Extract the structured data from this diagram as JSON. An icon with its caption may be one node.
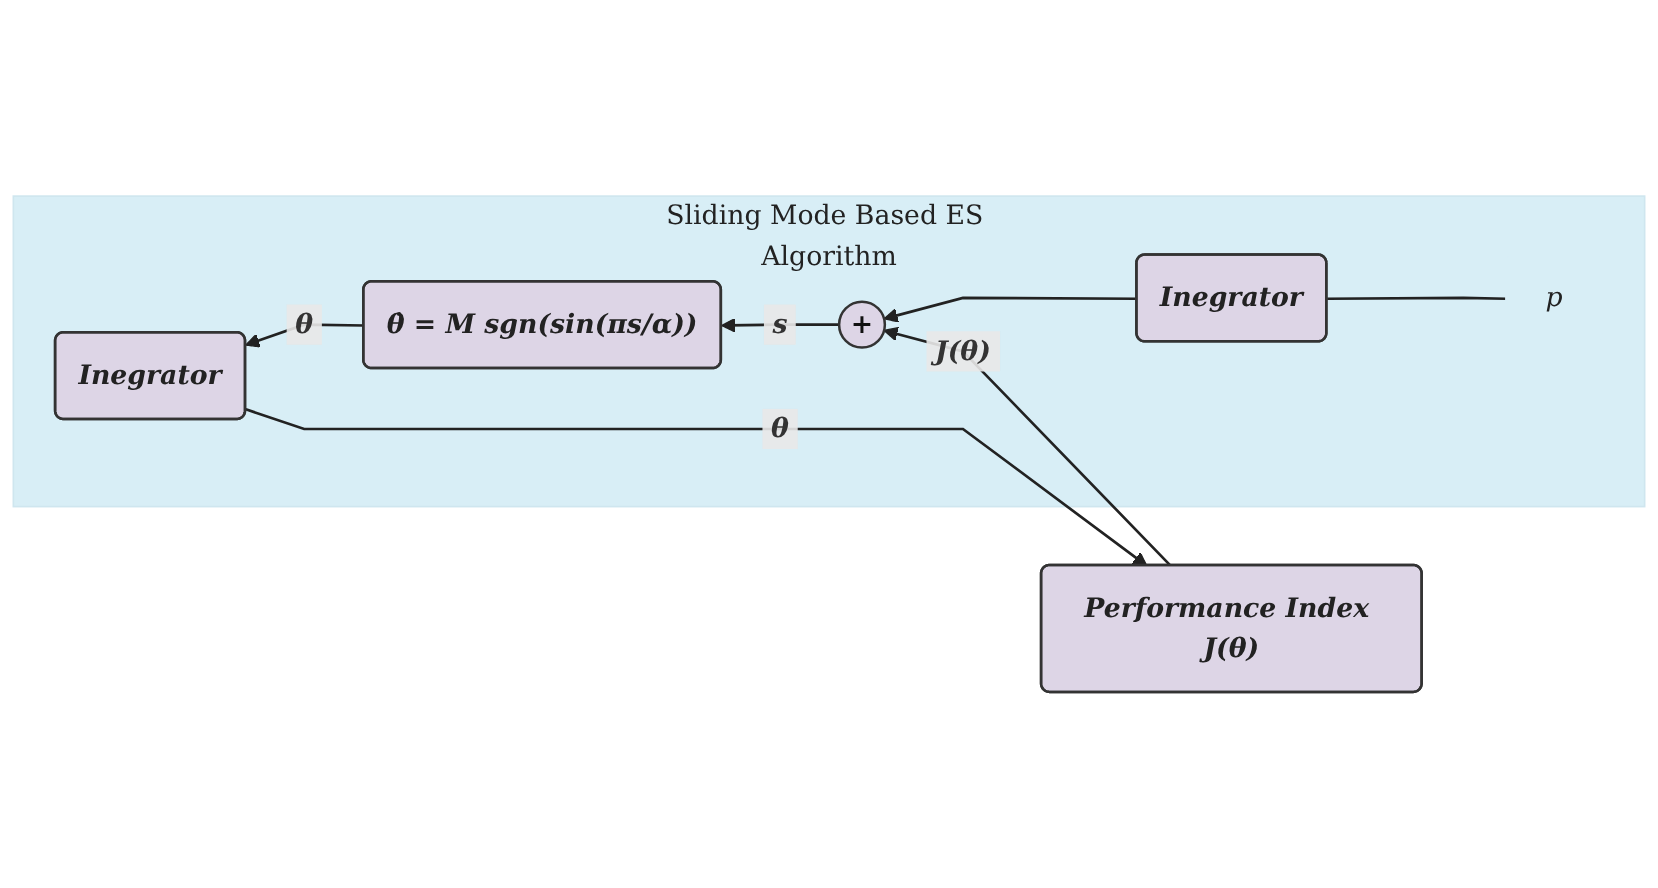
{
  "diagram": {
    "nodes": [
      {
        "text": [
          "Performance Index J(θ)"
        ]
      },
      {
        "text": [
          "Sliding Mode Based ES Algorithm"
        ]
      },
      {
        "text": [
          "Inegrator"
        ],
        "in": 1
      },
      {
        "text": [
          "θ̇ = M sgn(sin(πs/α))"
        ],
        "in": 1
      },
      {
        "text": [
          "+"
        ],
        "in": 1
      },
      {
        "text": [
          "Inegrator"
        ],
        "in": 1
      },
      {
        "text": [
          "p"
        ],
        "in": 1
      }
    ],
    "edges": [
      {
        "from": 2,
        "to": 0,
        "arrow": "to",
        "label": "θ"
      },
      {
        "from": 0,
        "to": 4,
        "arrow": "to",
        "label": "J(θ)"
      },
      {
        "from": 4,
        "to": 3,
        "arrow": "to",
        "label": "s"
      },
      {
        "from": 3,
        "to": 2,
        "arrow": "to",
        "label": "θ"
      },
      {
        "from": 5,
        "to": 4,
        "arrow": "to"
      },
      {
        "from": 6,
        "to": 5,
        "arrow": "none"
      }
    ]
  }
}
